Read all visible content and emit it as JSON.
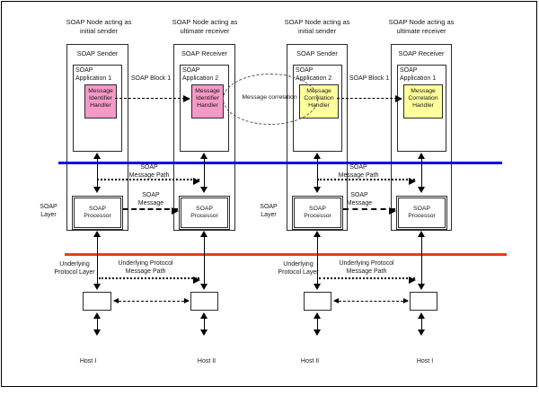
{
  "columns": [
    {
      "caption": [
        "SOAP Node acting as",
        "initial sender"
      ],
      "role": "SOAP Sender",
      "app": [
        "SOAP",
        "Application 1"
      ],
      "handler": [
        "Message",
        "Identifier",
        "Handler"
      ],
      "handler_color": "#f59ac7",
      "processor": [
        "SOAP",
        "Processor"
      ],
      "host": "Host I"
    },
    {
      "caption": [
        "SOAP Node acting as",
        "ultimate receiver"
      ],
      "role": "SOAP Receiver",
      "app": [
        "SOAP",
        "Application 2"
      ],
      "handler": [
        "Message",
        "Identifier",
        "Handler"
      ],
      "handler_color": "#f59ac7",
      "processor": [
        "SOAP",
        "Processor"
      ],
      "host": "Host II"
    },
    {
      "caption": [
        "SOAP Node acting as",
        "initial sender"
      ],
      "role": "SOAP Sender",
      "app": [
        "SOAP",
        "Application 2"
      ],
      "handler": [
        "Message",
        "Correlation",
        "Handler"
      ],
      "handler_color": "#ffff9c",
      "processor": [
        "SOAP",
        "Processor"
      ],
      "host": "Host II"
    },
    {
      "caption": [
        "SOAP Node acting as",
        "ultimate receiver"
      ],
      "role": "SOAP Receiver",
      "app": [
        "SOAP",
        "Application 1"
      ],
      "handler": [
        "Message",
        "Correlation",
        "Handler"
      ],
      "handler_color": "#ffff9c",
      "processor": [
        "SOAP",
        "Processor"
      ],
      "host": "Host I"
    }
  ],
  "connections": {
    "soap_block_left": "SOAP Block 1",
    "soap_block_right": "SOAP Block 1",
    "message_correlation": "Message correlation",
    "soap_message_path_left": [
      "SOAP",
      "Message Path"
    ],
    "soap_message_path_right": [
      "SOAP",
      "Message Path"
    ],
    "soap_message_left": [
      "SOAP",
      "Message"
    ],
    "soap_message_right": [
      "SOAP",
      "Message"
    ],
    "underlying_path_left": [
      "Underlying Protocol",
      "Message Path"
    ],
    "underlying_path_right": [
      "Underlying Protocol",
      "Message Path"
    ]
  },
  "layers": {
    "soap_layer_left": [
      "SOAP",
      "Layer"
    ],
    "soap_layer_mid": [
      "SOAP",
      "Layer"
    ],
    "underlying_layer_left": [
      "Underlying",
      "Protocol Layer"
    ],
    "underlying_layer_mid": [
      "Underlying",
      "Protocol Layer"
    ]
  },
  "colors": {
    "soap_layer_boundary": "#0808e8",
    "underlying_layer_boundary": "#f03a12",
    "identifier_handler_fill": "#f59ac7",
    "correlation_handler_fill": "#ffff9c"
  }
}
